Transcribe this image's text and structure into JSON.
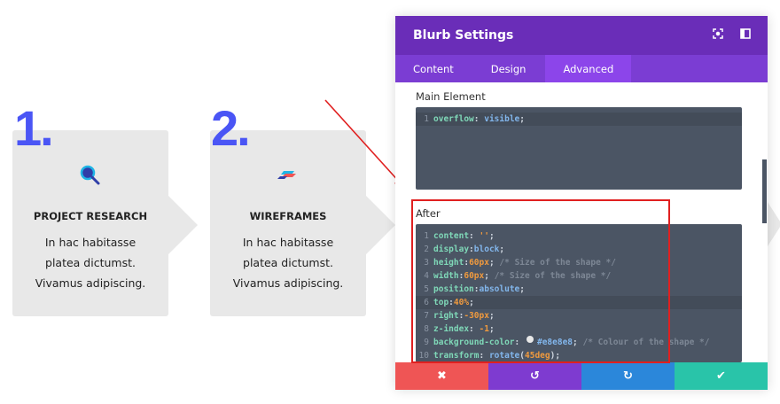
{
  "cards": [
    {
      "number": "1.",
      "title": "PROJECT RESEARCH",
      "lines": [
        "In hac habitasse",
        "platea dictumst.",
        "Vivamus adipiscing."
      ],
      "icon": "magnifier-icon"
    },
    {
      "number": "2.",
      "title": "WIREFRAMES",
      "lines": [
        "In hac habitasse",
        "platea dictumst.",
        "Vivamus adipiscing."
      ],
      "icon": "layers-icon"
    }
  ],
  "panel": {
    "title": "Blurb Settings",
    "tabs": [
      "Content",
      "Design",
      "Advanced"
    ],
    "active_tab": "Advanced",
    "main_label": "Main Element",
    "after_label": "After",
    "main_code": [
      {
        "n": "1",
        "t": [
          [
            "p",
            "overflow"
          ],
          [
            "w",
            ": "
          ],
          [
            "v",
            "visible"
          ],
          [
            "w",
            ";"
          ]
        ]
      }
    ],
    "after_code": [
      {
        "n": "1",
        "t": [
          [
            "p",
            "content"
          ],
          [
            "w",
            ": "
          ],
          [
            "s",
            "''"
          ],
          [
            "w",
            ";"
          ]
        ]
      },
      {
        "n": "2",
        "t": [
          [
            "p",
            "display"
          ],
          [
            "w",
            ":"
          ],
          [
            "v",
            "block"
          ],
          [
            "w",
            ";"
          ]
        ]
      },
      {
        "n": "3",
        "t": [
          [
            "p",
            "height"
          ],
          [
            "w",
            ":"
          ],
          [
            "n",
            "60px"
          ],
          [
            "w",
            "; "
          ],
          [
            "c",
            "/* Size of the shape */"
          ]
        ]
      },
      {
        "n": "4",
        "t": [
          [
            "p",
            "width"
          ],
          [
            "w",
            ":"
          ],
          [
            "n",
            "60px"
          ],
          [
            "w",
            "; "
          ],
          [
            "c",
            "/* Size of the shape */"
          ]
        ]
      },
      {
        "n": "5",
        "t": [
          [
            "p",
            "position"
          ],
          [
            "w",
            ":"
          ],
          [
            "v",
            "absolute"
          ],
          [
            "w",
            ";"
          ]
        ]
      },
      {
        "n": "6",
        "t": [
          [
            "p",
            "top"
          ],
          [
            "w",
            ":"
          ],
          [
            "n",
            "40%"
          ],
          [
            "w",
            ";"
          ]
        ]
      },
      {
        "n": "7",
        "t": [
          [
            "p",
            "right"
          ],
          [
            "w",
            ":"
          ],
          [
            "n",
            "-30px"
          ],
          [
            "w",
            ";"
          ]
        ]
      },
      {
        "n": "8",
        "t": [
          [
            "p",
            "z-index"
          ],
          [
            "w",
            ": "
          ],
          [
            "n",
            "-1"
          ],
          [
            "w",
            ";"
          ]
        ]
      },
      {
        "n": "9",
        "t": [
          [
            "p",
            "background-color"
          ],
          [
            "w",
            ": "
          ],
          [
            "sw",
            ""
          ],
          [
            "v",
            "#e8e8e8"
          ],
          [
            "w",
            "; "
          ],
          [
            "c",
            "/* Colour of the shape */"
          ]
        ]
      },
      {
        "n": "10",
        "t": [
          [
            "p",
            "transform"
          ],
          [
            "w",
            ": "
          ],
          [
            "v",
            "rotate"
          ],
          [
            "w",
            "("
          ],
          [
            "n",
            "45deg"
          ],
          [
            "w",
            ");"
          ]
        ]
      }
    ],
    "buttons": [
      {
        "name": "cancel",
        "glyph": "✖",
        "color": "#ef5555"
      },
      {
        "name": "undo",
        "glyph": "↺",
        "color": "#7e3bd0"
      },
      {
        "name": "redo",
        "glyph": "↻",
        "color": "#2b87da"
      },
      {
        "name": "save",
        "glyph": "✔",
        "color": "#29c4a9"
      }
    ]
  },
  "colors": {
    "accent": "#6a2db8",
    "number": "#4a55f5",
    "highlight": "#e02020"
  }
}
